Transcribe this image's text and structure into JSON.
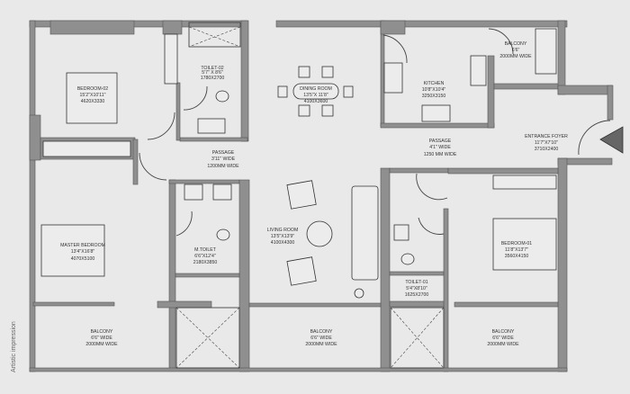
{
  "rooms": {
    "bedroom02": {
      "name": "BEDROOM-02",
      "size_imperial": "15'2\"X10'11\"",
      "size_metric": "4620X3330"
    },
    "toilet02": {
      "name": "TOILET-02",
      "size_imperial": "5'7\" X 8'6\"",
      "size_metric": "1780X2700"
    },
    "dining": {
      "name": "DINING ROOM",
      "size_imperial": "13'5\"X 11'8\"",
      "size_metric": "4100X3600"
    },
    "kitchen": {
      "name": "KITCHEN",
      "size_imperial": "10'8\"X10'4\"",
      "size_metric": "3250X3150"
    },
    "balcony_utility": {
      "name": "BALCONY",
      "size_imperial": "6'6\"",
      "size_metric": "2000MM  WIDE"
    },
    "passage_left": {
      "name": "PASSAGE",
      "size_imperial": "3'11\" WIDE",
      "size_metric": "1200MM WIDE"
    },
    "passage_right": {
      "name": "PASSAGE",
      "size_imperial": "4'1\" WIDE",
      "size_metric": "1250 MM WIDE"
    },
    "entrance_foyer": {
      "name": "ENTRANCE FOYER",
      "size_imperial": "11'7\"X7'10\"",
      "size_metric": "3710X2400"
    },
    "master_bedroom": {
      "name": "MASTER BEDROOM",
      "size_imperial": "13'4\"X16'8\"",
      "size_metric": "4070X5100"
    },
    "m_toilet": {
      "name": "M.TOILET",
      "size_imperial": "6'6\"X12'4\"",
      "size_metric": "2180X3850"
    },
    "living": {
      "name": "LIVING ROOM",
      "size_imperial": "13'5\"X13'9\"",
      "size_metric": "4100X4300"
    },
    "toilet01": {
      "name": "TOILET-01",
      "size_imperial": "5'4\"X8'10\"",
      "size_metric": "1625X2700"
    },
    "bedroom01": {
      "name": "BEDROOM-01",
      "size_imperial": "11'8\"X13'7\"",
      "size_metric": "3560X4150"
    },
    "balcony_left": {
      "name": "BALCONY",
      "size_imperial": "6'6\" WIDE",
      "size_metric": "2000MM WIDE"
    },
    "balcony_mid": {
      "name": "BALCONY",
      "size_imperial": "6'6\" WIDE",
      "size_metric": "2000MM WIDE"
    },
    "balcony_right": {
      "name": "BALCONY",
      "size_imperial": "6'6\" WIDE",
      "size_metric": "2000MM WIDE"
    }
  },
  "note": "Artistic impression",
  "icons": {
    "entrance": "entrance-arrow-icon"
  }
}
